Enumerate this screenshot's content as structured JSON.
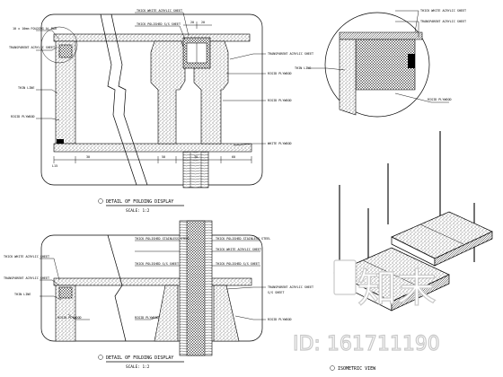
{
  "top_detail": {
    "labels_left": [
      "10 x 10mm FOLDING AL BAR",
      "TRANSPARENT ACRYLIC SHEET",
      "THIN LINE",
      "RIGID PLYWOOD"
    ],
    "labels_top": [
      "THICK WHITE ACRYLIC SHEET",
      "THICK POLISHED S/S SHEET"
    ],
    "labels_right": [
      "TRANSPARENT ACRYLIC SHEET",
      "RIGID PLYWOOD",
      "RIGID PLYWOOD",
      "WHITE PLYWOOD"
    ],
    "dim_top": [
      "20",
      "20"
    ],
    "dim_bottom": [
      "L15",
      "30",
      "50",
      "30",
      "60"
    ],
    "title": "DETAIL OF FOLDING DISPLAY",
    "scale": "SCALE: 1:2"
  },
  "circle_detail": {
    "labels": [
      "THICK WHITE ACRYLIC SHEET",
      "TRANSPARENT ACRYLIC SHEET",
      "THIN LINE",
      "RIGID PLYWOOD"
    ]
  },
  "bottom_detail": {
    "labels_top": [
      "THICK POLISHED STAINLESS STEEL",
      "THICK POLISHED STAINLESS STEEL"
    ],
    "labels_left": [
      "THICK WHITE ACRYLIC SHEET",
      "THICK POLISHED S/S SHEET",
      "TRANSPARENT ACRYLIC SHEET",
      "THIN LINE"
    ],
    "labels_right": [
      "THICK POLISHED S/S SHEET",
      "THICK WHITE ACRYLIC SHEET",
      "TRANSPARENT ACRYLIC SHEET",
      "S/S SHEET"
    ],
    "labels_bottom": [
      "RIGID PLYWOOD",
      "RIGID PLYWOOD",
      "RIGID PLYWOOD"
    ],
    "title": "DETAIL OF FOLDING DISPLAY",
    "scale": "SCALE: 1:2"
  },
  "isometric": {
    "title": "ISOMETRIC VIEW"
  },
  "watermark": {
    "logo_text": "知末",
    "id_text": "ID: 161711190"
  }
}
